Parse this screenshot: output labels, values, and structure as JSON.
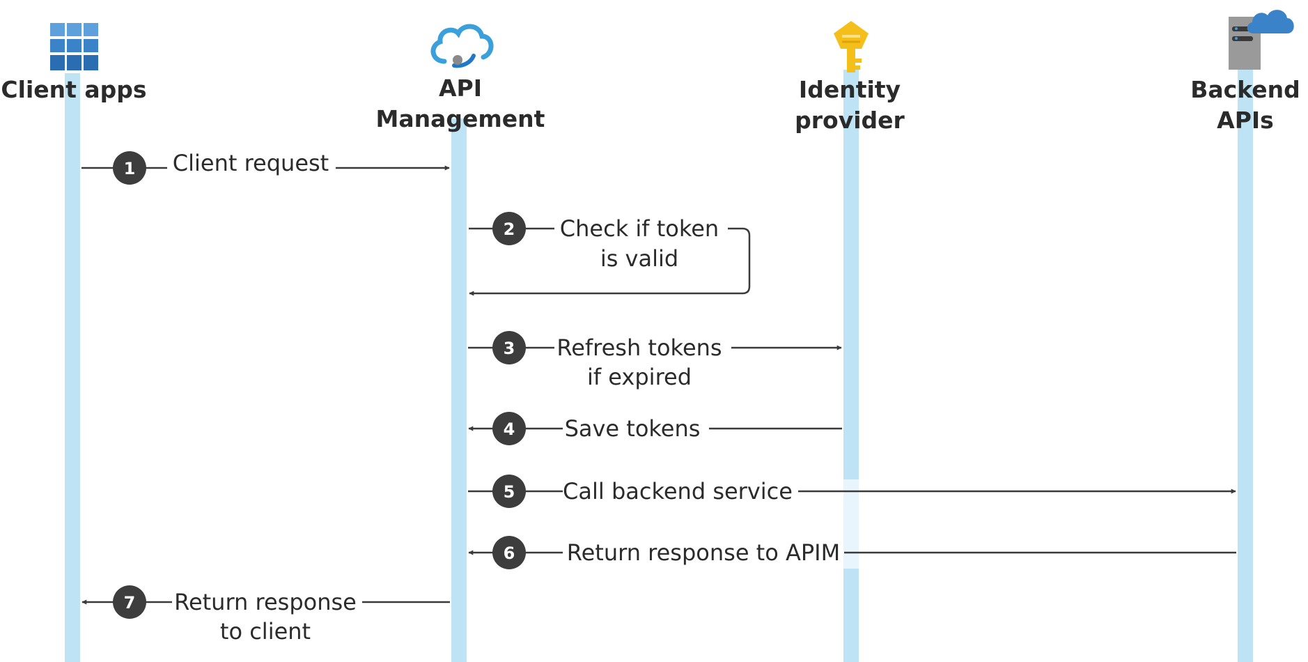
{
  "participants": [
    {
      "id": "client",
      "title_lines": [
        "Client apps"
      ],
      "icon": "app-grid-icon"
    },
    {
      "id": "apim",
      "title_lines": [
        "API",
        "Management"
      ],
      "icon": "cloud-api-icon"
    },
    {
      "id": "idp",
      "title_lines": [
        "Identity",
        "provider"
      ],
      "icon": "key-icon"
    },
    {
      "id": "backend",
      "title_lines": [
        "Backend",
        "APIs"
      ],
      "icon": "server-cloud-icon"
    }
  ],
  "steps": [
    {
      "number": "1",
      "lines": [
        "Client request"
      ],
      "from": "client",
      "to": "apim"
    },
    {
      "number": "2",
      "lines": [
        "Check if token",
        "is valid"
      ],
      "from": "apim",
      "to": "apim"
    },
    {
      "number": "3",
      "lines": [
        "Refresh tokens",
        "if expired"
      ],
      "from": "apim",
      "to": "idp"
    },
    {
      "number": "4",
      "lines": [
        "Save tokens"
      ],
      "from": "idp",
      "to": "apim"
    },
    {
      "number": "5",
      "lines": [
        "Call backend service"
      ],
      "from": "apim",
      "to": "backend"
    },
    {
      "number": "6",
      "lines": [
        "Return response to APIM"
      ],
      "from": "backend",
      "to": "apim"
    },
    {
      "number": "7",
      "lines": [
        "Return response",
        "to client"
      ],
      "from": "apim",
      "to": "client"
    }
  ],
  "colors": {
    "lifeline": "#bde3f5",
    "arrow": "#3a3a3a",
    "badge": "#3d3d3d",
    "text": "#2b2b2b",
    "grid_icon": "#3a83c9",
    "key_icon": "#f5bf1b",
    "cloud_icon": "#3aa0dc",
    "server_icon": "#8e8e8e"
  }
}
